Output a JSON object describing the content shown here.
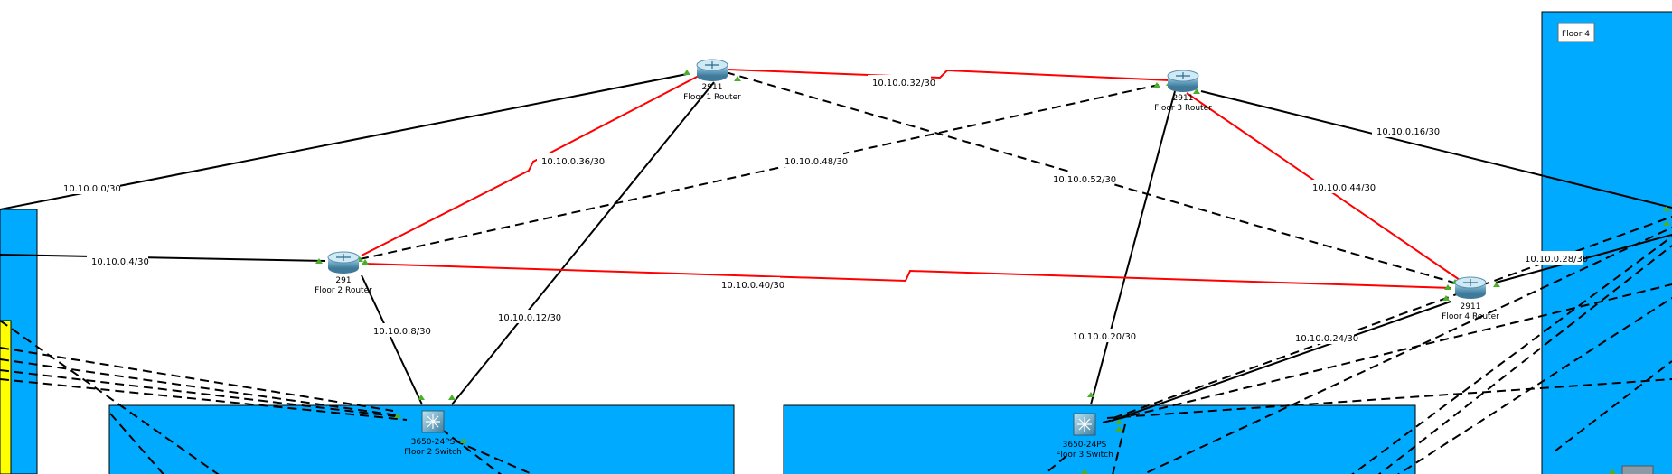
{
  "areas": {
    "floor4": {
      "label": "Floor 4",
      "color": "#00aaff"
    }
  },
  "devices": {
    "r1": {
      "model": "2911",
      "name": "Floor 1 Router"
    },
    "r2": {
      "model": "291",
      "name": "Floor 2 Router"
    },
    "r3": {
      "model": "2911",
      "name": "Floor 3 Router"
    },
    "r4": {
      "model": "2911",
      "name": "Floor 4 Router"
    },
    "s2": {
      "model": "3650-24PS",
      "name": "Floor 2 Switch"
    },
    "s3": {
      "model": "3650-24PS",
      "name": "Floor 3 Switch"
    }
  },
  "links": {
    "l1": "10.10.0.0/30",
    "l2": "10.10.0.4/30",
    "l3": "10.10.0.8/30",
    "l4": "10.10.0.12/30",
    "l5": "10.10.0.16/30",
    "l6": "10.10.0.20/30",
    "l7": "10.10.0.24/30",
    "l8": "10.10.0.28/30",
    "l9": "10.10.0.32/30",
    "l10": "10.10.0.36/30",
    "l11": "10.10.0.40/30",
    "l12": "10.10.0.44/30",
    "l13": "10.10.0.48/30",
    "l14": "10.10.0.52/30"
  },
  "colors": {
    "serial_link": "#ff0000",
    "ethernet_link": "#000000",
    "area_fill": "#00aaff",
    "link_up": "#4caf2a",
    "highlight": "#ffff00"
  }
}
